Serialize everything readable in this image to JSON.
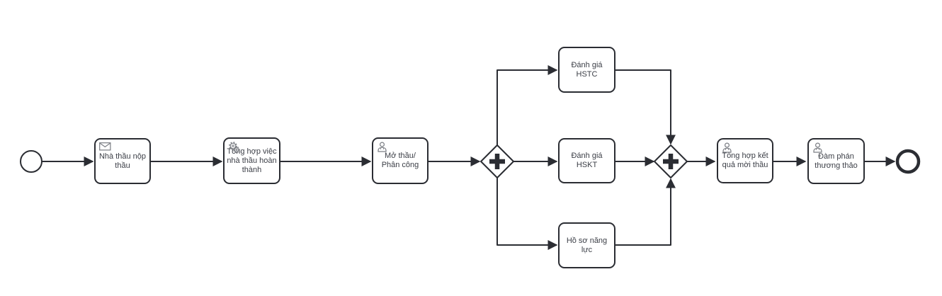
{
  "diagram": {
    "kind": "bpmn-process",
    "background": "#ffffff",
    "stroke_color": "#2b2d33",
    "text_color": "#3b3e46",
    "icon_color": "#7a7d83",
    "nodes": {
      "start": {
        "type": "start-event"
      },
      "submit_bid": {
        "label": "Nhà thầu nộp thầu",
        "icon": "message-icon",
        "type": "receive-task"
      },
      "aggregate_done": {
        "label": "Tổng hợp việc nhà thầu hoàn thành",
        "icon": "service-gears-icon",
        "type": "service-task"
      },
      "open_bid": {
        "label": "Mở thầu/ Phân công",
        "icon": "user-icon",
        "type": "user-task"
      },
      "gateway_split": {
        "type": "parallel-gateway"
      },
      "eval_hstc": {
        "label": "Đánh giá HSTC",
        "type": "task"
      },
      "eval_hskt": {
        "label": "Đánh giá HSKT",
        "type": "task"
      },
      "capacity_profile": {
        "label": "Hồ sơ năng lực",
        "type": "task"
      },
      "gateway_join": {
        "type": "parallel-gateway"
      },
      "aggregate_results": {
        "label": "Tổng hợp kết quả mời thầu",
        "icon": "user-icon",
        "type": "user-task"
      },
      "negotiate": {
        "label": "Đàm phán thương thảo",
        "icon": "user-icon",
        "type": "user-task"
      },
      "end": {
        "type": "end-event"
      }
    }
  }
}
